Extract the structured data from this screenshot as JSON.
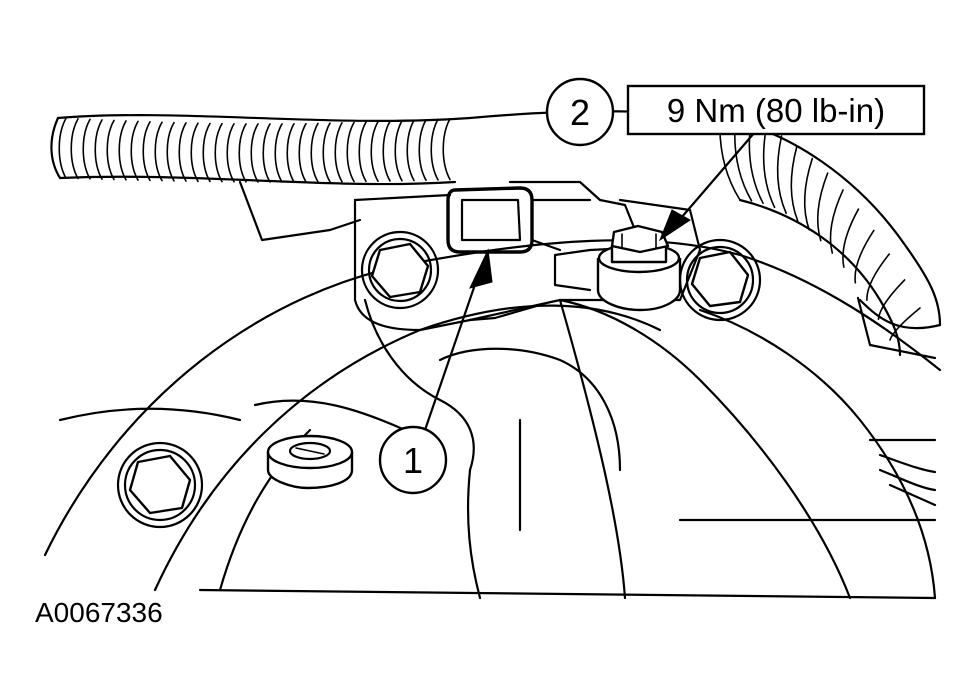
{
  "diagram": {
    "callouts": [
      {
        "id": "1",
        "label": "1"
      },
      {
        "id": "2",
        "label": "2"
      }
    ],
    "torque_spec": "9 Nm (80 lb-in)",
    "figure_number": "A0067336",
    "colors": {
      "ink": "#000000",
      "paper": "#ffffff"
    }
  }
}
